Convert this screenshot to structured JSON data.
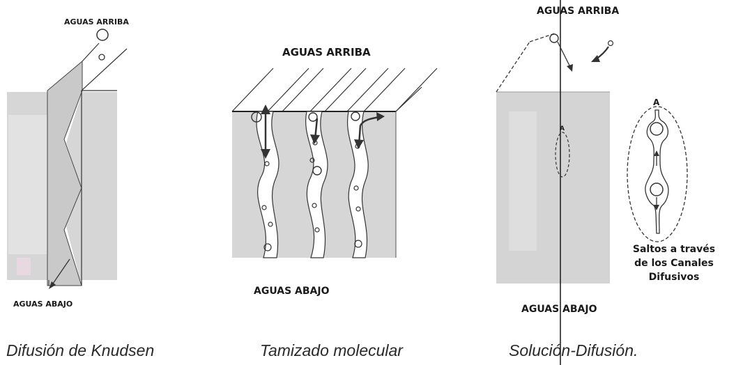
{
  "knudsen": {
    "upstream": "AGUAS ARRIBA",
    "downstream": "AGUAS ABAJO",
    "caption": "Difusión de Knudsen"
  },
  "sieving": {
    "upstream": "AGUAS ARRIBA",
    "downstream": "AGUAS ABAJO",
    "caption": "Tamizado molecular"
  },
  "solution": {
    "upstream": "AGUAS ARRIBA",
    "downstream": "AGUAS ABAJO",
    "caption": "Solución-Difusión.",
    "small_marker": "A",
    "detail_marker": "A",
    "detail_note": [
      "Saltos a través",
      "de los Canales",
      "Difusivos"
    ]
  },
  "colors": {
    "membrane": "#d4d4d4",
    "pore": "#ffffff",
    "ink": "#222222",
    "caption": "#2a2a2a"
  }
}
